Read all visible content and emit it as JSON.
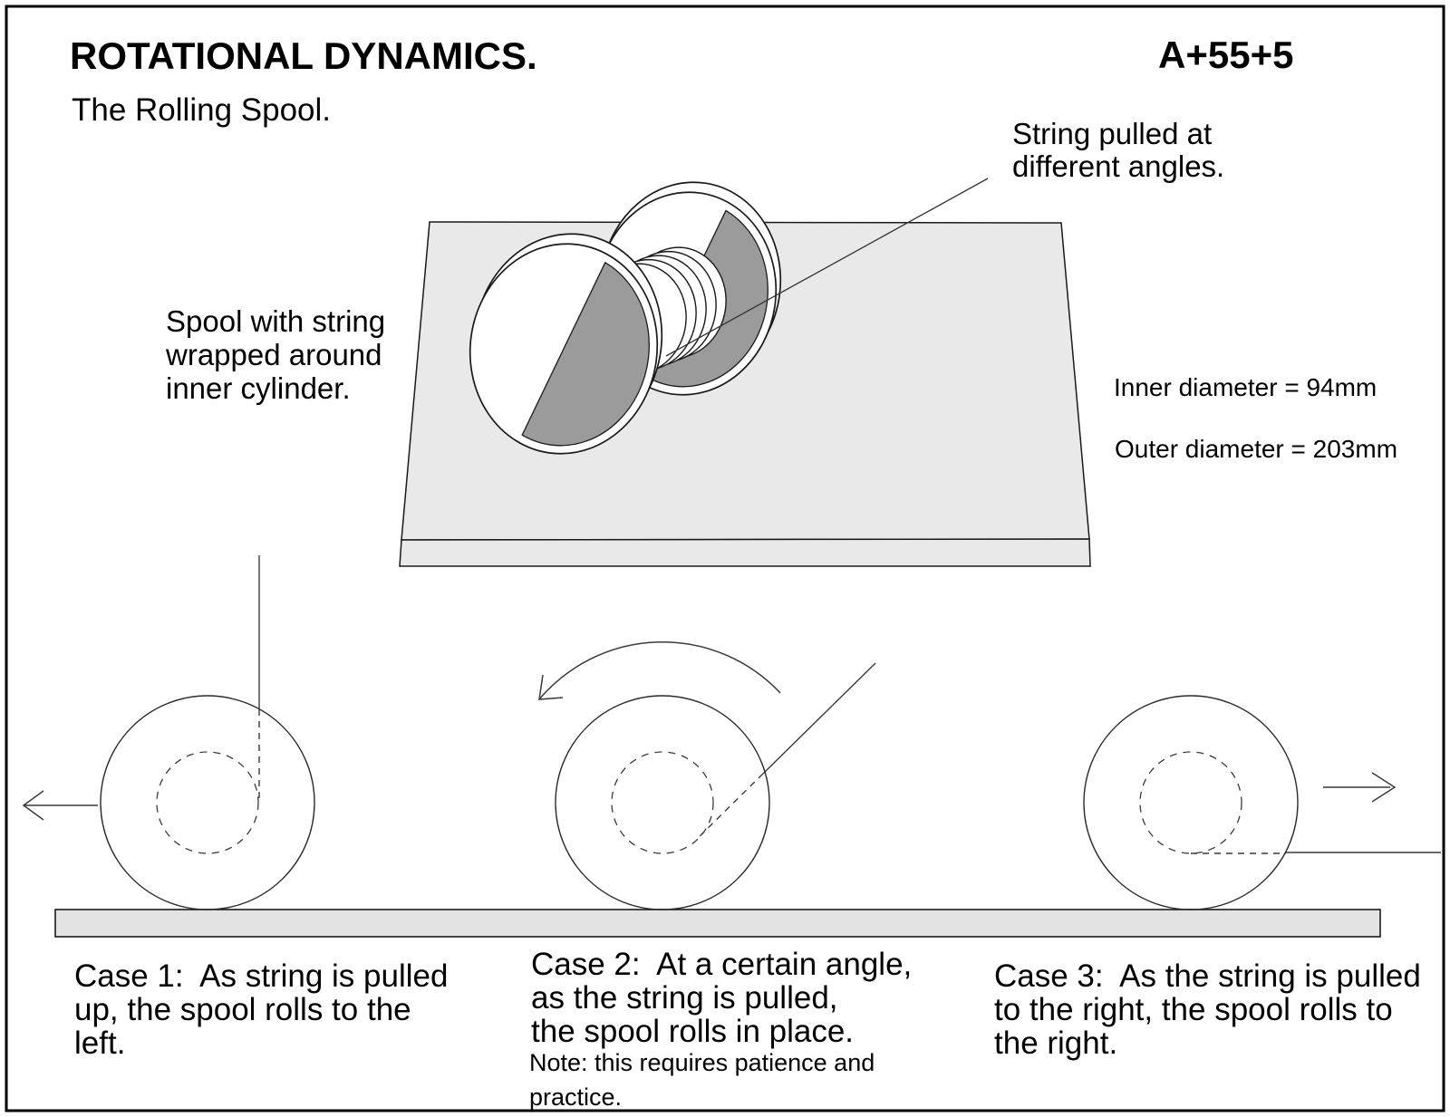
{
  "header": {
    "title": "ROTATIONAL DYNAMICS.",
    "subtitle": "The Rolling Spool.",
    "code": "A+55+5"
  },
  "annotations": {
    "string_angle": "String pulled at\ndifferent angles.",
    "spool": "Spool with string\nwrapped around\ninner cylinder.",
    "inner_diameter": "Inner diameter = 94mm",
    "outer_diameter": "Outer diameter = 203mm"
  },
  "cases": {
    "c1": "Case 1:  As string is pulled\nup, the spool rolls to the\nleft.",
    "c2": "Case 2:  At a certain angle,\nas the string is pulled,\nthe spool rolls in place.",
    "c2_note": "Note: this requires patience and\npractice.",
    "c3": "Case 3:  As the string is pulled\nto the right, the spool rolls to\nthe right."
  },
  "colors": {
    "platform": "#e9e9e9",
    "ground": "#e3e3e3",
    "sector_gray": "#9b9b9b",
    "line": "#1a1a1a"
  }
}
